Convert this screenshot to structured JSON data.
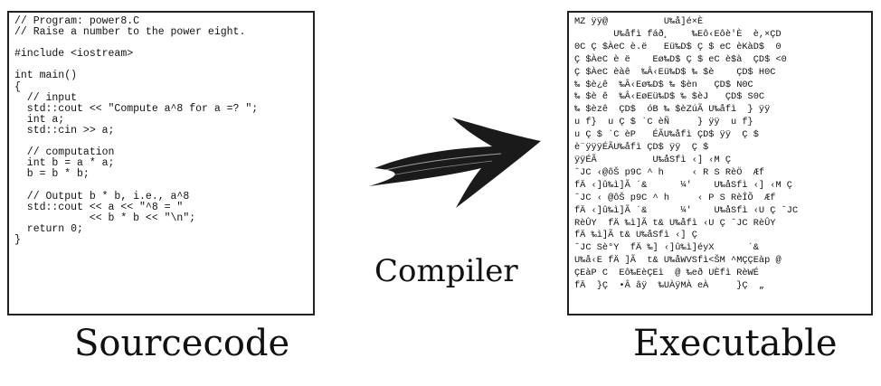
{
  "source": {
    "code": "// Program: power8.C\n// Raise a number to the power eight.\n\n#include <iostream>\n\nint main()\n{\n  // input\n  std::cout << \"Compute a^8 for a =? \";\n  int a;\n  std::cin >> a;\n\n  // computation\n  int b = a * a;\n  b = b * b;\n\n  // Output b * b, i.e., a^8\n  std::cout << a << \"^8 = \"\n            << b * b << \"\\n\";\n  return 0;\n}",
    "caption": "Sourcecode"
  },
  "compiler": {
    "label": "Compiler"
  },
  "executable": {
    "bytes": "MZ ÿÿ@          U‰å]é×È\n       U‰åfì fáð¸    ‰Eô‹Eôè'È  è,×ÇD\n0C Ç $ÀeC è.ë   Eü‰D$ Ç $ eC èKàD$  0\nÇ $ÀeC è ë    Eø‰D$ Ç $ eC è$à  ÇD$ <0\nÇ $ÀeC èàê  ‰Â‹Eü‰D$ ‰ $è    ÇD$ H0C\n‰ $è¿ê  ‰Â‹Eø‰D$ ‰ $èn   ÇD$ N0C\n‰ $è ê  ‰Â‹EøEü‰D$ ‰ $èJ   ÇD$ S0C\n‰ $èzê  ÇD$  óB ‰ $èZúÃ U‰åfì  } ÿÿ\nu f}  u Ç $ `C èÑ     } ÿÿ  u f}\nu Ç $ `C èP   ÉÃU‰åfì ÇD$ ÿÿ  Ç $\nè¨ÿÿÿÉÃU‰åfì ÇD$ ÿÿ  Ç $\nÿÿÉÃ          U‰åSfì ‹] ‹M Ç\nˆJC ‹@ôŠ p9C ^ h     ‹ R S RèÖ  Æf\nfÄ ‹]û‰ì]Ã ´&      ¼'    U‰åSfì ‹] ‹M Ç\nˆJC ‹ @ôŠ p9C ^ h     ‹ P S RèÎÕ  Æf\nfÄ ‹]û‰ì]Ã ´&      ¼'    U‰åSfì ‹U Ç ˆJC\nRèÛY  fÄ ‰ì]Ã t& U‰åfì ‹U Ç ˆJC RèÛY\nfÄ ‰ì]Ã t& U‰åSfì ‹] Ç\nˆJC Sè°Y  fÄ ‰] ‹]û‰ì]éyX      ´&\nU‰å‹E fÄ ]Ã  t& U‰åWVSfì<ŠM ^MÇÇEàp @\nÇEàP C  Eô‰EèÇEì  @ ‰eð UÈfì RèWÉ\nfÄ  }Ç  •Â âÿ  ‰UÀÿMÀ eÀ     }Ç  „",
    "caption": "Executable"
  }
}
